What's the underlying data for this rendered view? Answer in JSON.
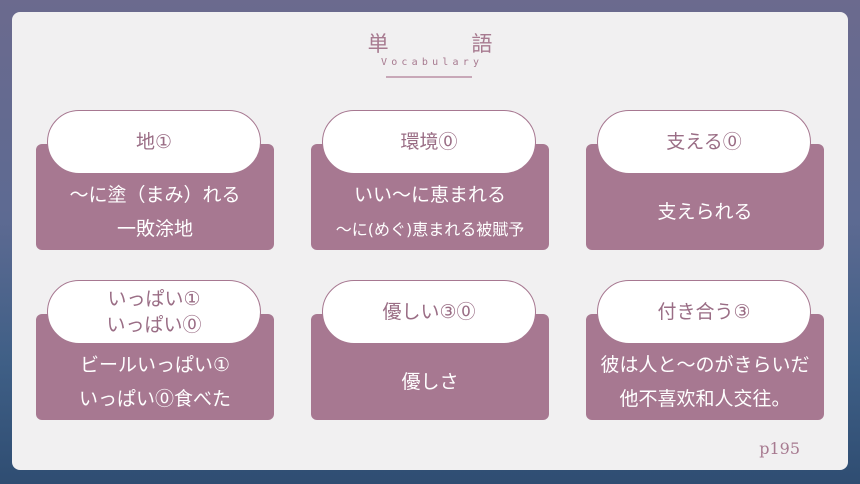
{
  "header": {
    "title": "単 語",
    "subtitle": "Vocabulary"
  },
  "cards": [
    {
      "head": [
        "地①"
      ],
      "lines": [
        "～に塗（まみ）れる",
        "一敗涂地"
      ]
    },
    {
      "head": [
        "環境⓪"
      ],
      "lines": [
        "いい～に恵まれる",
        "～に(めぐ)恵まれる被賦予"
      ]
    },
    {
      "head": [
        "支える⓪"
      ],
      "lines": [
        "支えられる"
      ]
    },
    {
      "head": [
        "いっぱい①",
        "いっぱい⓪"
      ],
      "lines": [
        "ビールいっぱい①",
        "いっぱい⓪食べた"
      ]
    },
    {
      "head": [
        "優しい③⓪"
      ],
      "lines": [
        "優しさ"
      ]
    },
    {
      "head": [
        "付き合う③"
      ],
      "lines": [
        "彼は人と～のがきらいだ",
        "他不喜欢和人交往。"
      ]
    }
  ],
  "footer": {
    "page": "p195"
  },
  "colors": {
    "accent": "#a77891",
    "panel": "#f1f0f1"
  }
}
